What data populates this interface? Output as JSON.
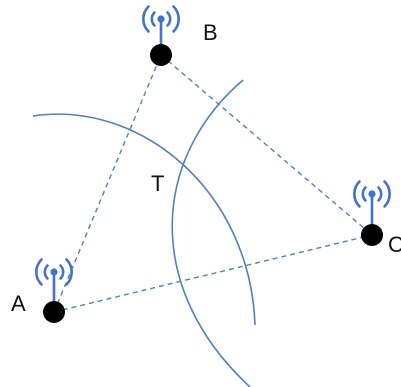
{
  "labels": {
    "a": "A",
    "b": "B",
    "c": "C",
    "t": "T"
  },
  "colors": {
    "arc": "#4f81bd",
    "link": "#4f81bd",
    "signal": "#4472c4",
    "node": "#000000",
    "text": "#111111"
  },
  "icons": {
    "node": "dot",
    "signal": "radio-antenna-icon"
  }
}
